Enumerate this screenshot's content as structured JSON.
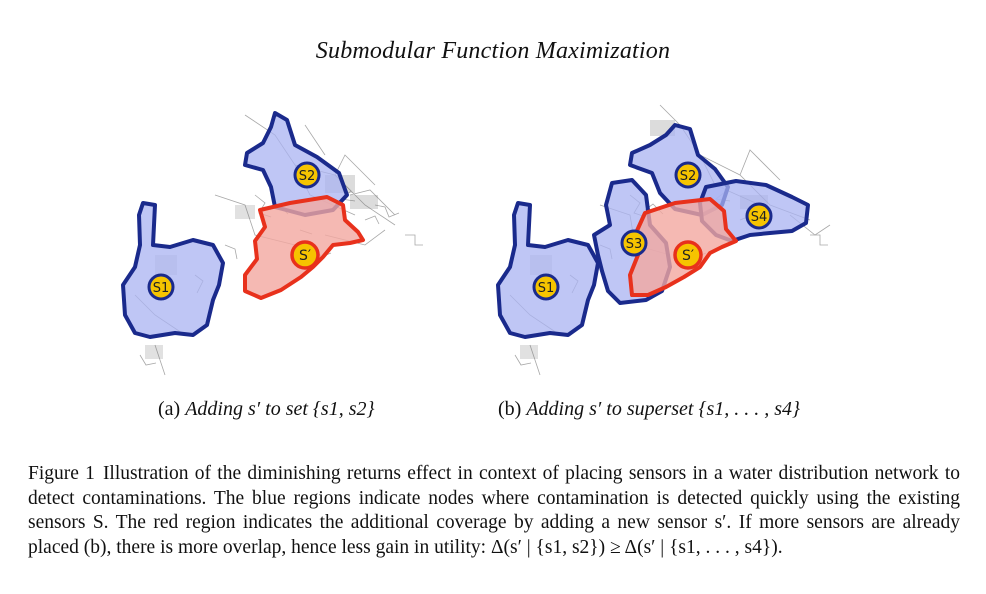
{
  "page": {
    "header": "Submodular Function Maximization"
  },
  "figure": {
    "panel_a": {
      "caption_label": "(a)",
      "caption_text": "Adding s′ to set {s1, s2}",
      "sensors": [
        {
          "label": "S1",
          "kind": "existing"
        },
        {
          "label": "S2",
          "kind": "existing"
        },
        {
          "label": "S′",
          "kind": "new"
        }
      ]
    },
    "panel_b": {
      "caption_label": "(b)",
      "caption_text": "Adding s′ to superset {s1, . . . , s4}",
      "sensors": [
        {
          "label": "S1",
          "kind": "existing"
        },
        {
          "label": "S2",
          "kind": "existing"
        },
        {
          "label": "S3",
          "kind": "existing"
        },
        {
          "label": "S4",
          "kind": "existing"
        },
        {
          "label": "S′",
          "kind": "new"
        }
      ]
    },
    "caption": {
      "label": "Figure 1",
      "text": "Illustration of the diminishing returns effect in context of placing sensors in a water distribution network to detect contaminations. The blue regions indicate nodes where contamination is detected quickly using the existing sensors S. The red region indicates the additional coverage by adding a new sensor s′. If more sensors are already placed (b), there is more overlap, hence less gain in utility: Δ(s′ | {s1, s2}) ≥ Δ(s′ | {s1, . . . , s4})."
    }
  },
  "colors": {
    "blue_fill": "#a9b3f2",
    "blue_stroke": "#1a2a8c",
    "red_fill": "#f3a8a0",
    "red_stroke": "#e8311c",
    "sensor_fill": "#f6c400",
    "network_gray": "#8a8a8a"
  }
}
